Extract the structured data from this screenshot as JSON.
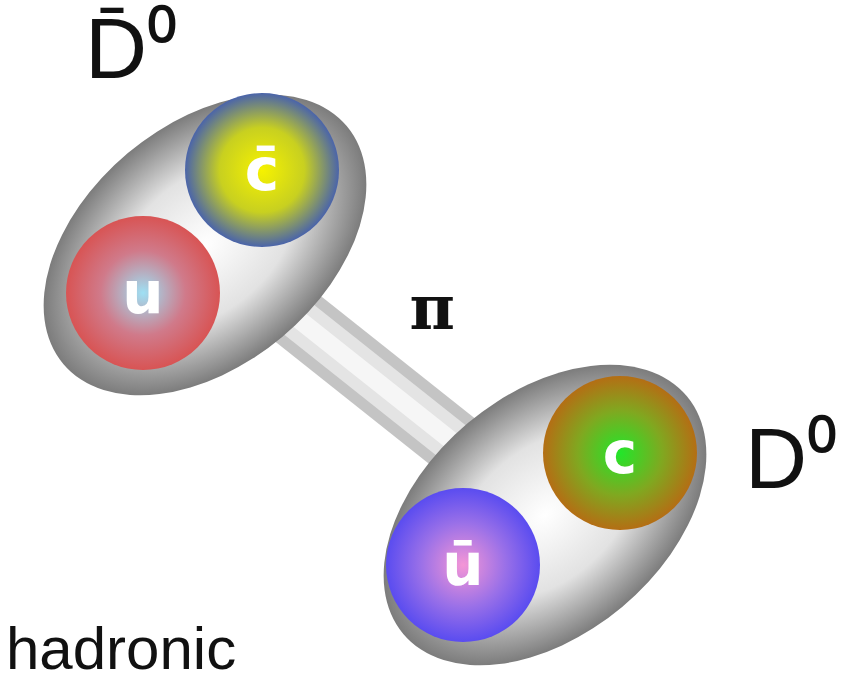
{
  "diagram": {
    "nodes": [
      {
        "text": [
          "D̄⁰"
        ]
      },
      {
        "text": [
          "c̄"
        ],
        "in": 0
      },
      {
        "text": [
          "u"
        ],
        "in": 0
      },
      {
        "text": [
          "D⁰"
        ]
      },
      {
        "text": [
          "ū"
        ],
        "in": 3
      },
      {
        "text": [
          "c"
        ],
        "in": 3
      }
    ],
    "edges": [
      {
        "from": 0,
        "to": 3,
        "label": "π",
        "arrow": "none"
      }
    ],
    "labels": [
      "hadronic"
    ]
  }
}
